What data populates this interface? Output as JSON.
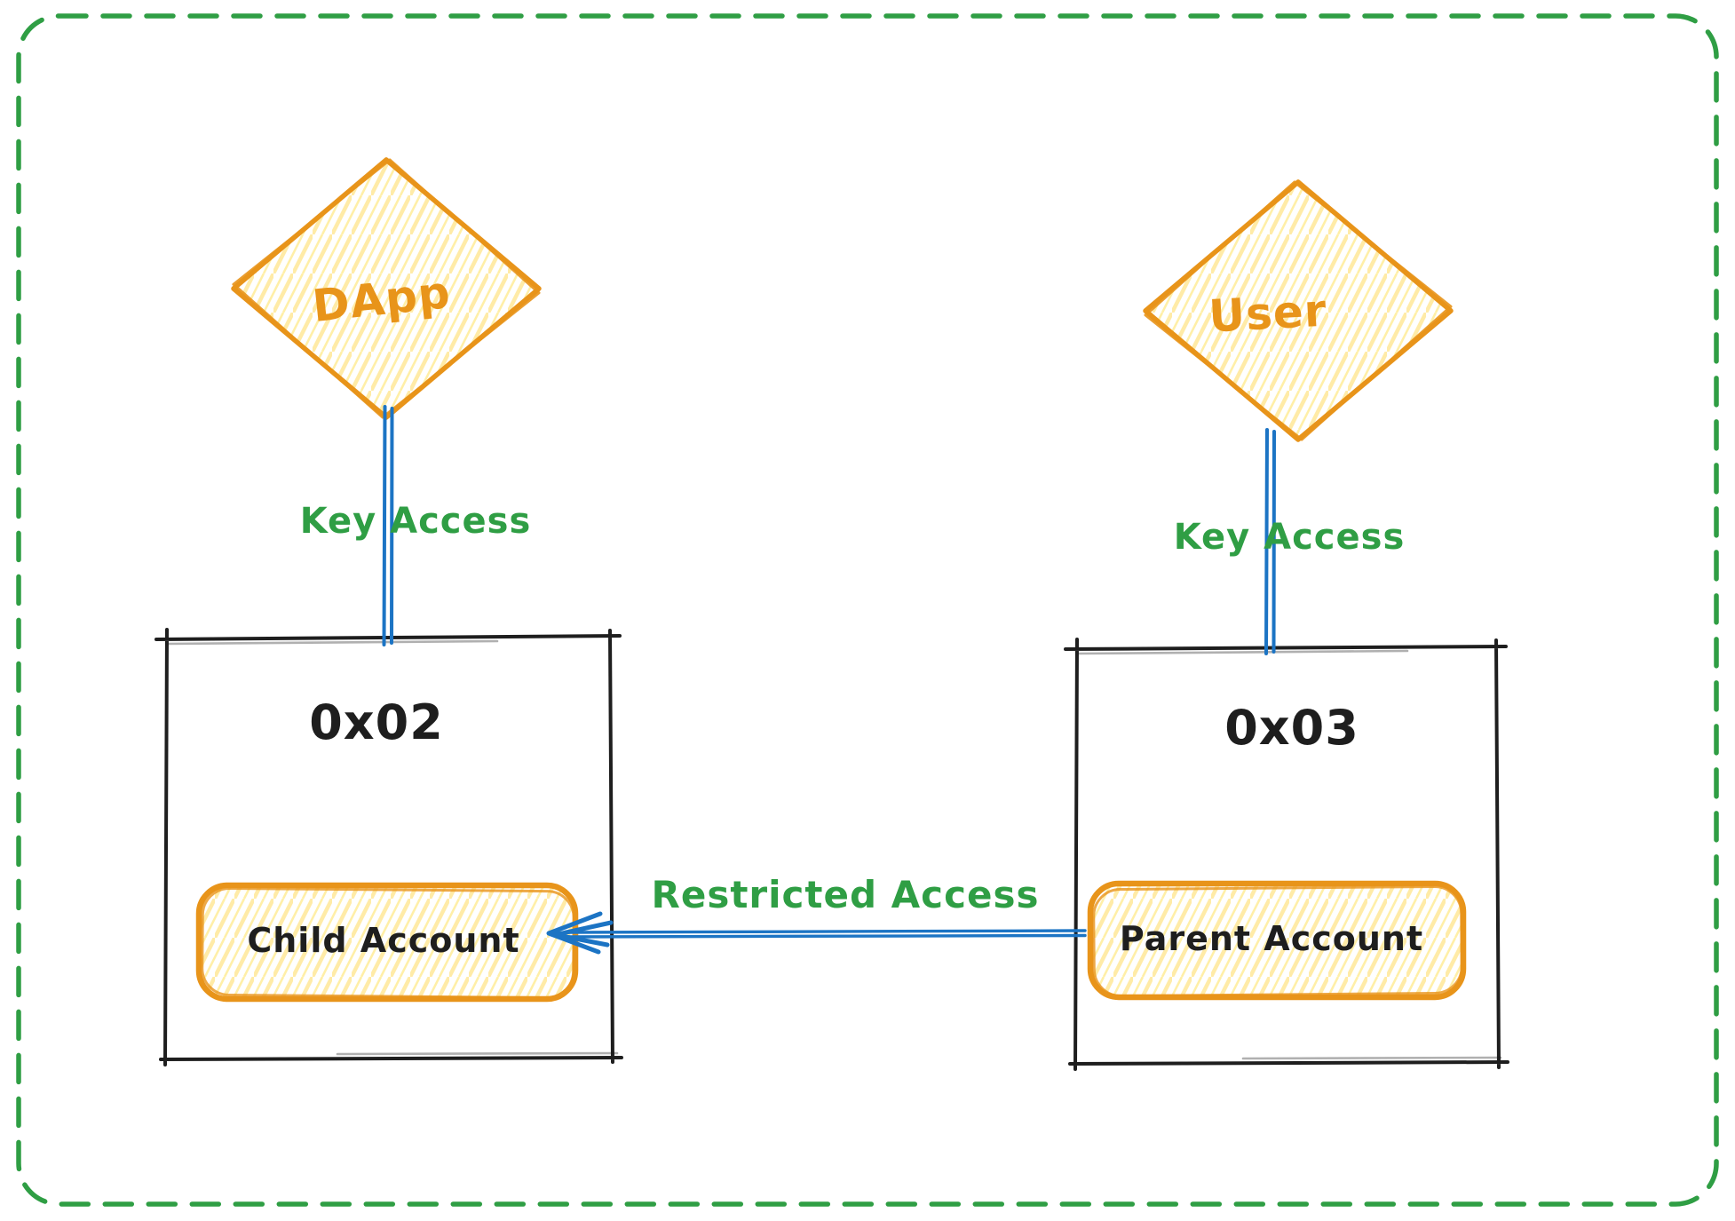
{
  "nodes": {
    "dapp": {
      "label": "DApp"
    },
    "user": {
      "label": "User"
    },
    "left_account": {
      "address": "0x02",
      "inner_label": "Child Account"
    },
    "right_account": {
      "address": "0x03",
      "inner_label": "Parent Account"
    }
  },
  "edges": {
    "dapp_key_access": {
      "label": "Key Access"
    },
    "user_key_access": {
      "label": "Key Access"
    },
    "restricted_access": {
      "label": "Restricted Access"
    }
  },
  "colors": {
    "orange": "#e8941a",
    "hatch_strong": "#ffd43b",
    "hatch_light": "#ffec99",
    "green": "#2f9e44",
    "blue": "#1c74c4",
    "ink": "#1e1e1e"
  }
}
